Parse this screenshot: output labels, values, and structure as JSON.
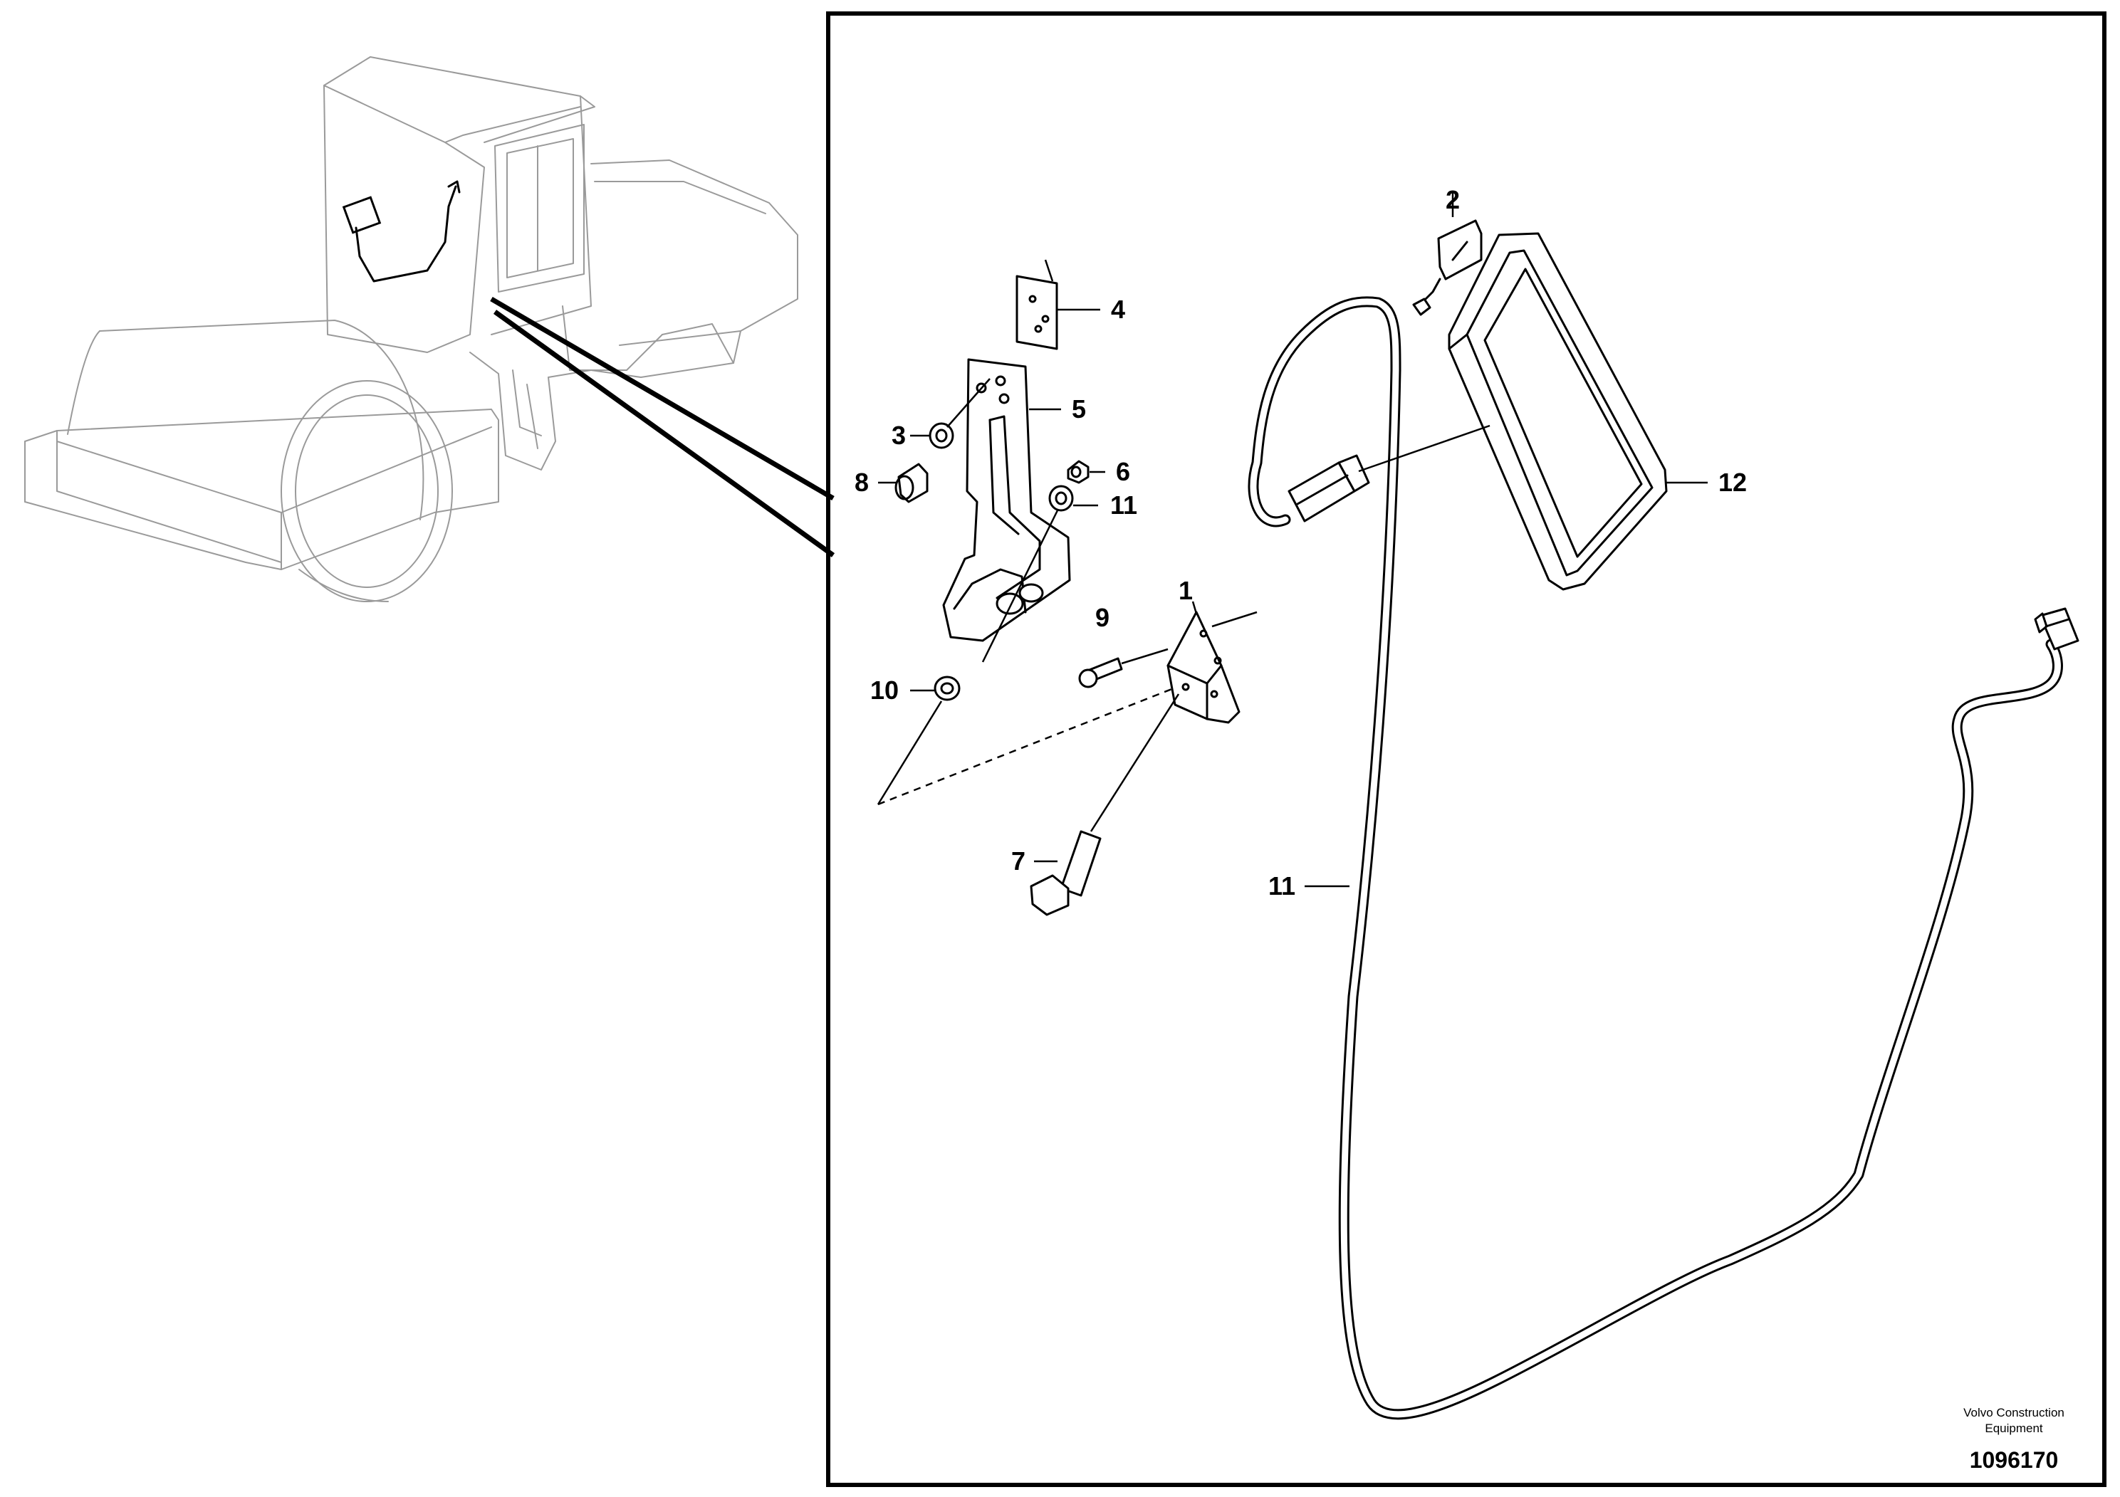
{
  "diagram": {
    "callouts": {
      "c1": "1",
      "c2": "2",
      "c3": "3",
      "c4": "4",
      "c5": "5",
      "c6": "6",
      "c7": "7",
      "c8": "8",
      "c9": "9",
      "c10": "10",
      "c11a": "11",
      "c11b": "11",
      "c12": "12"
    },
    "credit": {
      "line1": "Volvo Construction",
      "line2": "Equipment"
    },
    "document_number": "1096170"
  }
}
